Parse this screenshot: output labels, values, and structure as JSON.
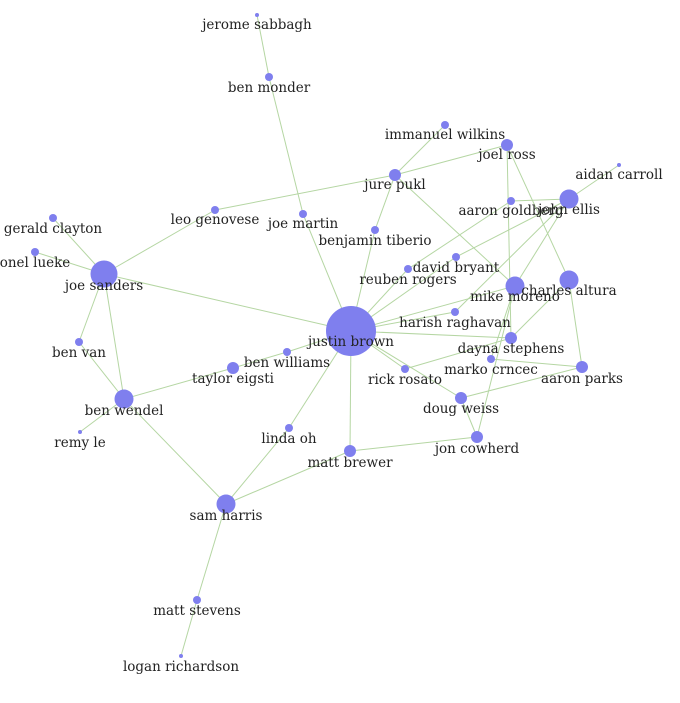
{
  "colors": {
    "node": "#7f7fee",
    "edge": "#b5d6a3",
    "label": "#222222",
    "background": "#ffffff"
  },
  "nodes": [
    {
      "id": "jerome-sabbagh",
      "label": "jerome sabbagh",
      "size": "tiny"
    },
    {
      "id": "ben-monder",
      "label": "ben monder",
      "size": "small"
    },
    {
      "id": "immanuel-wilkins",
      "label": "immanuel wilkins",
      "size": "small"
    },
    {
      "id": "joel-ross",
      "label": "joel ross",
      "size": "medium"
    },
    {
      "id": "aidan-carroll",
      "label": "aidan carroll",
      "size": "tiny"
    },
    {
      "id": "jure-pukl",
      "label": "jure pukl",
      "size": "medium"
    },
    {
      "id": "aaron-goldberg",
      "label": "aaron goldberg",
      "size": "small"
    },
    {
      "id": "john-ellis",
      "label": "john ellis",
      "size": "large"
    },
    {
      "id": "gerald-clayton",
      "label": "gerald clayton",
      "size": "small"
    },
    {
      "id": "leo-genovese",
      "label": "leo genovese",
      "size": "small"
    },
    {
      "id": "joe-martin",
      "label": "joe martin",
      "size": "small"
    },
    {
      "id": "benjamin-tiberio",
      "label": "benjamin tiberio",
      "size": "small"
    },
    {
      "id": "lionel-lueke",
      "label": "onel lueke",
      "size": "small"
    },
    {
      "id": "david-bryant",
      "label": "david bryant",
      "size": "small"
    },
    {
      "id": "joe-sanders",
      "label": "joe sanders",
      "size": "xlarge"
    },
    {
      "id": "reuben-rogers",
      "label": "reuben rogers",
      "size": "small"
    },
    {
      "id": "mike-moreno",
      "label": "mike moreno",
      "size": "large"
    },
    {
      "id": "charles-altura",
      "label": "charles altura",
      "size": "large"
    },
    {
      "id": "harish-raghavan",
      "label": "harish raghavan",
      "size": "small"
    },
    {
      "id": "justin-brown",
      "label": "justin brown",
      "size": "huge"
    },
    {
      "id": "dayna-stephens",
      "label": "dayna stephens",
      "size": "medium"
    },
    {
      "id": "ben-van",
      "label": "ben van",
      "size": "small"
    },
    {
      "id": "ben-williams",
      "label": "ben williams",
      "size": "small"
    },
    {
      "id": "taylor-eigsti",
      "label": "taylor eigsti",
      "size": "medium"
    },
    {
      "id": "marko-crncec",
      "label": "marko crncec",
      "size": "small"
    },
    {
      "id": "rick-rosato",
      "label": "rick rosato",
      "size": "small"
    },
    {
      "id": "aaron-parks",
      "label": "aaron parks",
      "size": "medium"
    },
    {
      "id": "ben-wendel",
      "label": "ben wendel",
      "size": "large"
    },
    {
      "id": "doug-weiss",
      "label": "doug weiss",
      "size": "medium"
    },
    {
      "id": "remy-le",
      "label": "remy le",
      "size": "tiny"
    },
    {
      "id": "linda-oh",
      "label": "linda oh",
      "size": "small"
    },
    {
      "id": "matt-brewer",
      "label": "matt brewer",
      "size": "medium"
    },
    {
      "id": "jon-cowherd",
      "label": "jon cowherd",
      "size": "medium"
    },
    {
      "id": "sam-harris",
      "label": "sam harris",
      "size": "large"
    },
    {
      "id": "matt-stevens",
      "label": "matt stevens",
      "size": "small"
    },
    {
      "id": "logan-richardson",
      "label": "logan richardson",
      "size": "tiny"
    }
  ],
  "edges": [
    [
      "jerome-sabbagh",
      "ben-monder"
    ],
    [
      "ben-monder",
      "joe-martin"
    ],
    [
      "joe-martin",
      "justin-brown"
    ],
    [
      "immanuel-wilkins",
      "jure-pukl"
    ],
    [
      "jure-pukl",
      "leo-genovese"
    ],
    [
      "jure-pukl",
      "joel-ross"
    ],
    [
      "jure-pukl",
      "benjamin-tiberio"
    ],
    [
      "jure-pukl",
      "mike-moreno"
    ],
    [
      "joel-ross",
      "charles-altura"
    ],
    [
      "joel-ross",
      "dayna-stephens"
    ],
    [
      "aidan-carroll",
      "john-ellis"
    ],
    [
      "aaron-goldberg",
      "john-ellis"
    ],
    [
      "aaron-goldberg",
      "reuben-rogers"
    ],
    [
      "john-ellis",
      "mike-moreno"
    ],
    [
      "john-ellis",
      "david-bryant"
    ],
    [
      "john-ellis",
      "harish-raghavan"
    ],
    [
      "benjamin-tiberio",
      "justin-brown"
    ],
    [
      "leo-genovese",
      "joe-sanders"
    ],
    [
      "gerald-clayton",
      "joe-sanders"
    ],
    [
      "lionel-lueke",
      "joe-sanders"
    ],
    [
      "joe-sanders",
      "justin-brown"
    ],
    [
      "joe-sanders",
      "ben-van"
    ],
    [
      "joe-sanders",
      "ben-wendel"
    ],
    [
      "ben-van",
      "ben-wendel"
    ],
    [
      "ben-wendel",
      "remy-le"
    ],
    [
      "ben-wendel",
      "taylor-eigsti"
    ],
    [
      "ben-wendel",
      "sam-harris"
    ],
    [
      "david-bryant",
      "justin-brown"
    ],
    [
      "reuben-rogers",
      "justin-brown"
    ],
    [
      "mike-moreno",
      "justin-brown"
    ],
    [
      "mike-moreno",
      "marko-crncec"
    ],
    [
      "mike-moreno",
      "jon-cowherd"
    ],
    [
      "charles-altura",
      "dayna-stephens"
    ],
    [
      "charles-altura",
      "aaron-parks"
    ],
    [
      "harish-raghavan",
      "justin-brown"
    ],
    [
      "justin-brown",
      "dayna-stephens"
    ],
    [
      "justin-brown",
      "ben-williams"
    ],
    [
      "justin-brown",
      "rick-rosato"
    ],
    [
      "justin-brown",
      "matt-brewer"
    ],
    [
      "justin-brown",
      "linda-oh"
    ],
    [
      "justin-brown",
      "doug-weiss"
    ],
    [
      "dayna-stephens",
      "rick-rosato"
    ],
    [
      "aaron-parks",
      "doug-weiss"
    ],
    [
      "aaron-parks",
      "marko-crncec"
    ],
    [
      "doug-weiss",
      "jon-cowherd"
    ],
    [
      "ben-williams",
      "taylor-eigsti"
    ],
    [
      "matt-brewer",
      "jon-cowherd"
    ],
    [
      "matt-brewer",
      "sam-harris"
    ],
    [
      "linda-oh",
      "sam-harris"
    ],
    [
      "sam-harris",
      "matt-stevens"
    ],
    [
      "matt-stevens",
      "logan-richardson"
    ]
  ]
}
